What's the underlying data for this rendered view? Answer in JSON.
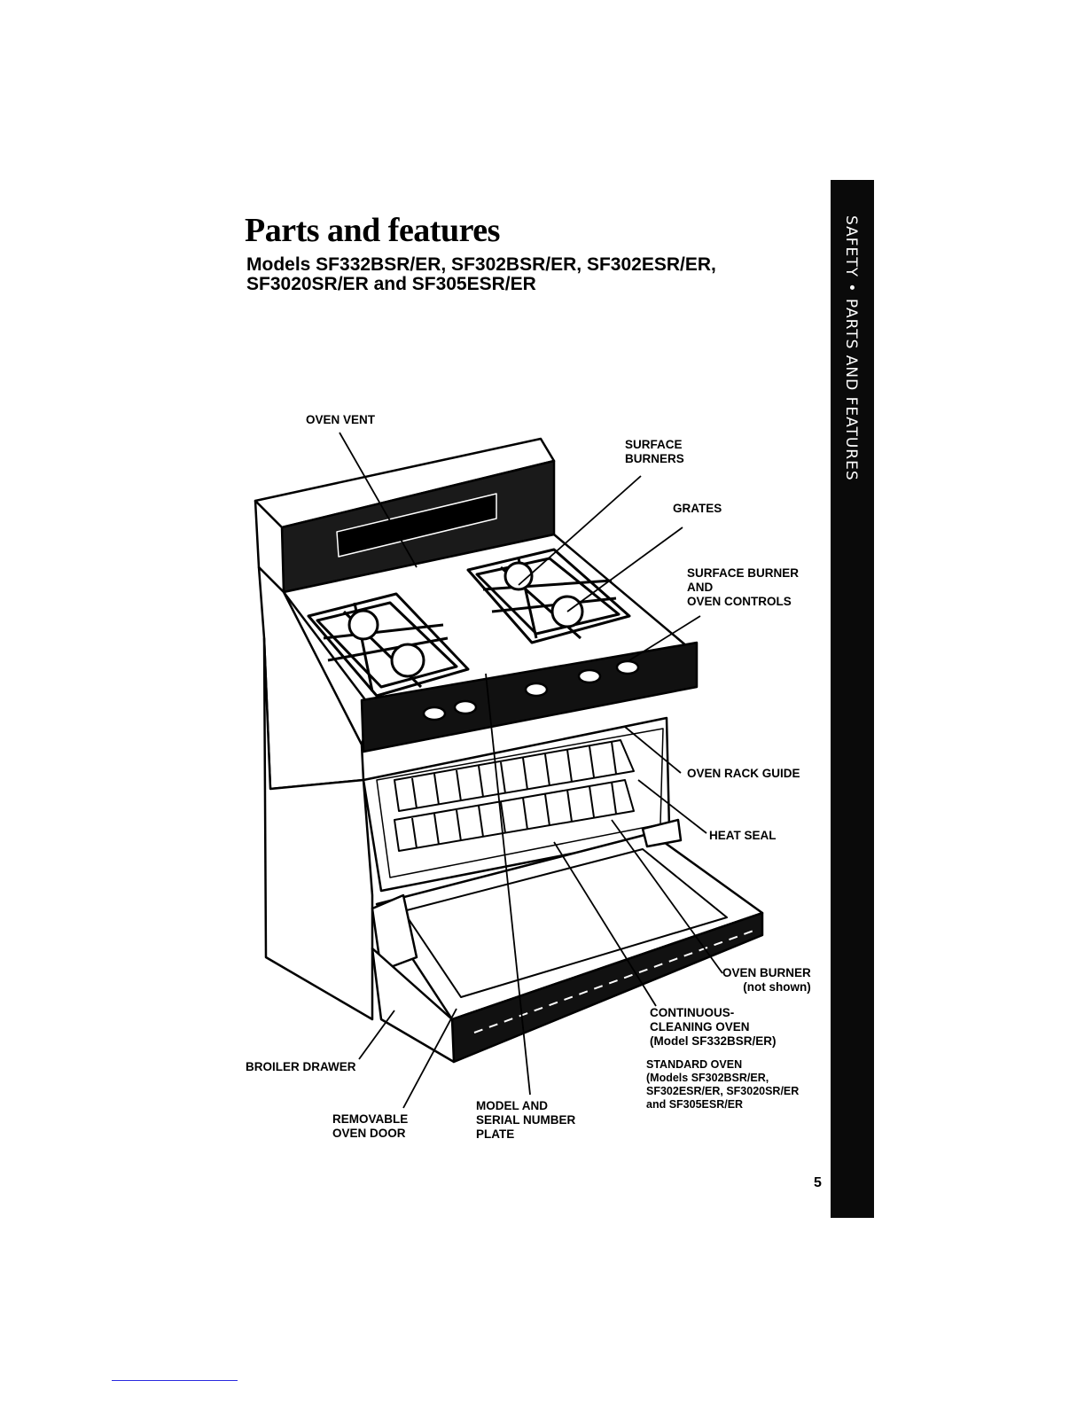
{
  "page": {
    "title": "Parts and features",
    "subtitle_lines": [
      "Models SF332BSR/ER, SF302BSR/ER, SF302ESR/ER,",
      "SF3020SR/ER and SF305ESR/ER"
    ],
    "side_tab": "SAFETY • PARTS AND FEATURES",
    "page_number": "5"
  },
  "callouts": {
    "oven_vent": [
      "OVEN VENT"
    ],
    "surface_burners": [
      "SURFACE",
      "BURNERS"
    ],
    "grates": [
      "GRATES"
    ],
    "controls": [
      "SURFACE BURNER",
      "AND",
      "OVEN CONTROLS"
    ],
    "rack_guide": [
      "OVEN RACK GUIDE"
    ],
    "heat_seal": [
      "HEAT SEAL"
    ],
    "oven_burner": [
      "OVEN BURNER",
      "(not shown)"
    ],
    "continuous_cleaning": [
      "CONTINUOUS-",
      "CLEANING OVEN",
      "(Model SF332BSR/ER)"
    ],
    "standard_oven": [
      "STANDARD OVEN",
      "(Models SF302BSR/ER,",
      "SF302ESR/ER, SF3020SR/ER",
      "and SF305ESR/ER"
    ],
    "broiler_drawer": [
      "BROILER DRAWER"
    ],
    "removable_door": [
      "REMOVABLE",
      "OVEN DOOR"
    ],
    "model_plate": [
      "MODEL AND",
      "SERIAL NUMBER",
      "PLATE"
    ]
  }
}
